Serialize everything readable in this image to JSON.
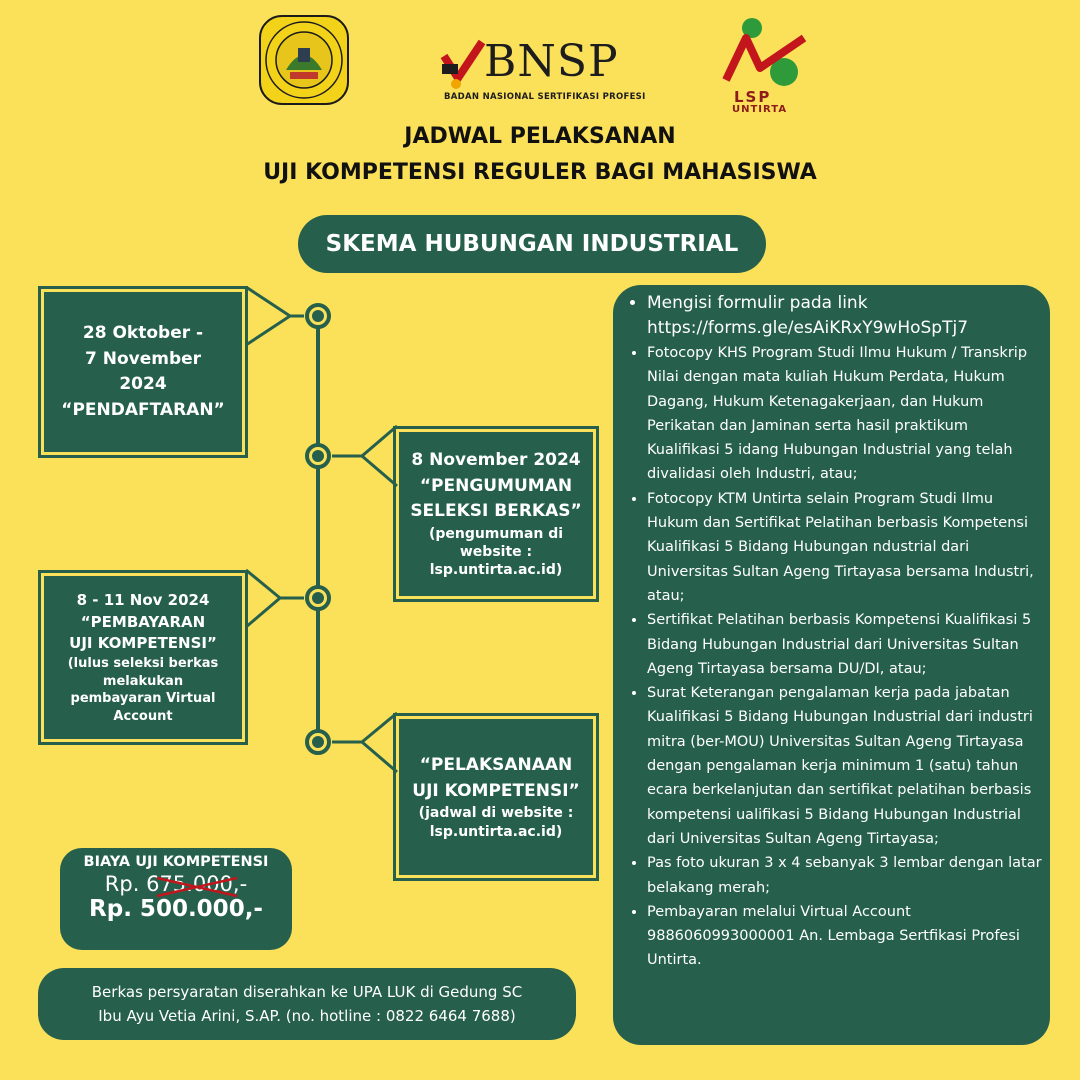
{
  "header": {
    "bnsp_name": "BNSP",
    "bnsp_full": "BADAN NASIONAL SERTIFIKASI PROFESI",
    "lsp_name": "LSP",
    "lsp_sub": "UNTIRTA"
  },
  "title": {
    "line1": "JADWAL PELAKSANAN",
    "line2": "UJI KOMPETENSI REGULER BAGI MAHASISWA"
  },
  "scheme": "SKEMA HUBUNGAN INDUSTRIAL",
  "timeline": [
    {
      "line1": "28 Oktober -",
      "line2": "7 November",
      "line3": "2024",
      "label": "“PENDAFTARAN”"
    },
    {
      "date": "8 November 2024",
      "label1": "“PENGUMUMAN",
      "label2": "SELEKSI BERKAS”",
      "note1": "(pengumuman di",
      "note2": "website :",
      "note3": "lsp.untirta.ac.id)"
    },
    {
      "date": "8 - 11 Nov 2024",
      "label1": "“PEMBAYARAN",
      "label2": "UJI KOMPETENSI”",
      "note1": "(lulus seleksi berkas",
      "note2": "melakukan",
      "note3": "pembayaran Virtual",
      "note4": "Account"
    },
    {
      "label1": "“PELAKSANAAN",
      "label2": "UJI KOMPETENSI”",
      "note1": "(jadwal di website :",
      "note2": "lsp.untirta.ac.id)"
    }
  ],
  "cost": {
    "label": "BIAYA UJI KOMPETENSI",
    "old_prefix": "Rp. 6",
    "old_struck": "75.000",
    "old_suffix": ",-",
    "new": "Rp. 500.000,-"
  },
  "note": {
    "line1": "Berkas  persyaratan diserahkan ke UPA LUK di Gedung SC",
    "line2": "Ibu Ayu Vetia Arini, S.AP. (no. hotline : 0822 6464 7688)"
  },
  "requirements": [
    "Mengisi formulir pada link https://forms.gle/esAiKRxY9wHoSpTj7",
    "Fotocopy KHS Program Studi Ilmu Hukum / Transkrip Nilai dengan mata kuliah Hukum Perdata, Hukum Dagang, Hukum Ketenagakerjaan, dan Hukum Perikatan dan Jaminan serta hasil praktikum Kualifikasi 5 idang Hubungan Industrial yang telah divalidasi oleh Industri, atau;",
    "Fotocopy KTM Untirta selain Program Studi Ilmu Hukum dan Sertifikat Pelatihan berbasis Kompetensi Kualifikasi 5 Bidang Hubungan ndustrial dari Universitas Sultan Ageng Tirtayasa bersama Industri, atau;",
    "Sertifikat Pelatihan berbasis Kompetensi Kualifikasi 5 Bidang Hubungan Industrial dari Universitas Sultan Ageng Tirtayasa bersama DU/DI, atau;",
    "Surat Keterangan pengalaman kerja pada jabatan Kualifikasi 5 Bidang Hubungan Industrial dari industri mitra (ber-MOU) Universitas Sultan Ageng Tirtayasa dengan pengalaman kerja minimum 1 (satu) tahun ecara berkelanjutan dan sertifikat pelatihan berbasis kompetensi ualifikasi 5 Bidang Hubungan Industrial dari Universitas Sultan Ageng Tirtayasa;",
    "Pas foto ukuran 3 x 4 sebanyak 3 lembar dengan latar belakang merah;",
    "Pembayaran melalui Virtual Account 9886060993000001 An. Lembaga Sertfikasi Profesi Untirta."
  ],
  "colors": {
    "background": "#fbe05a",
    "primary": "#26604c",
    "accent_red": "#c3161c"
  }
}
